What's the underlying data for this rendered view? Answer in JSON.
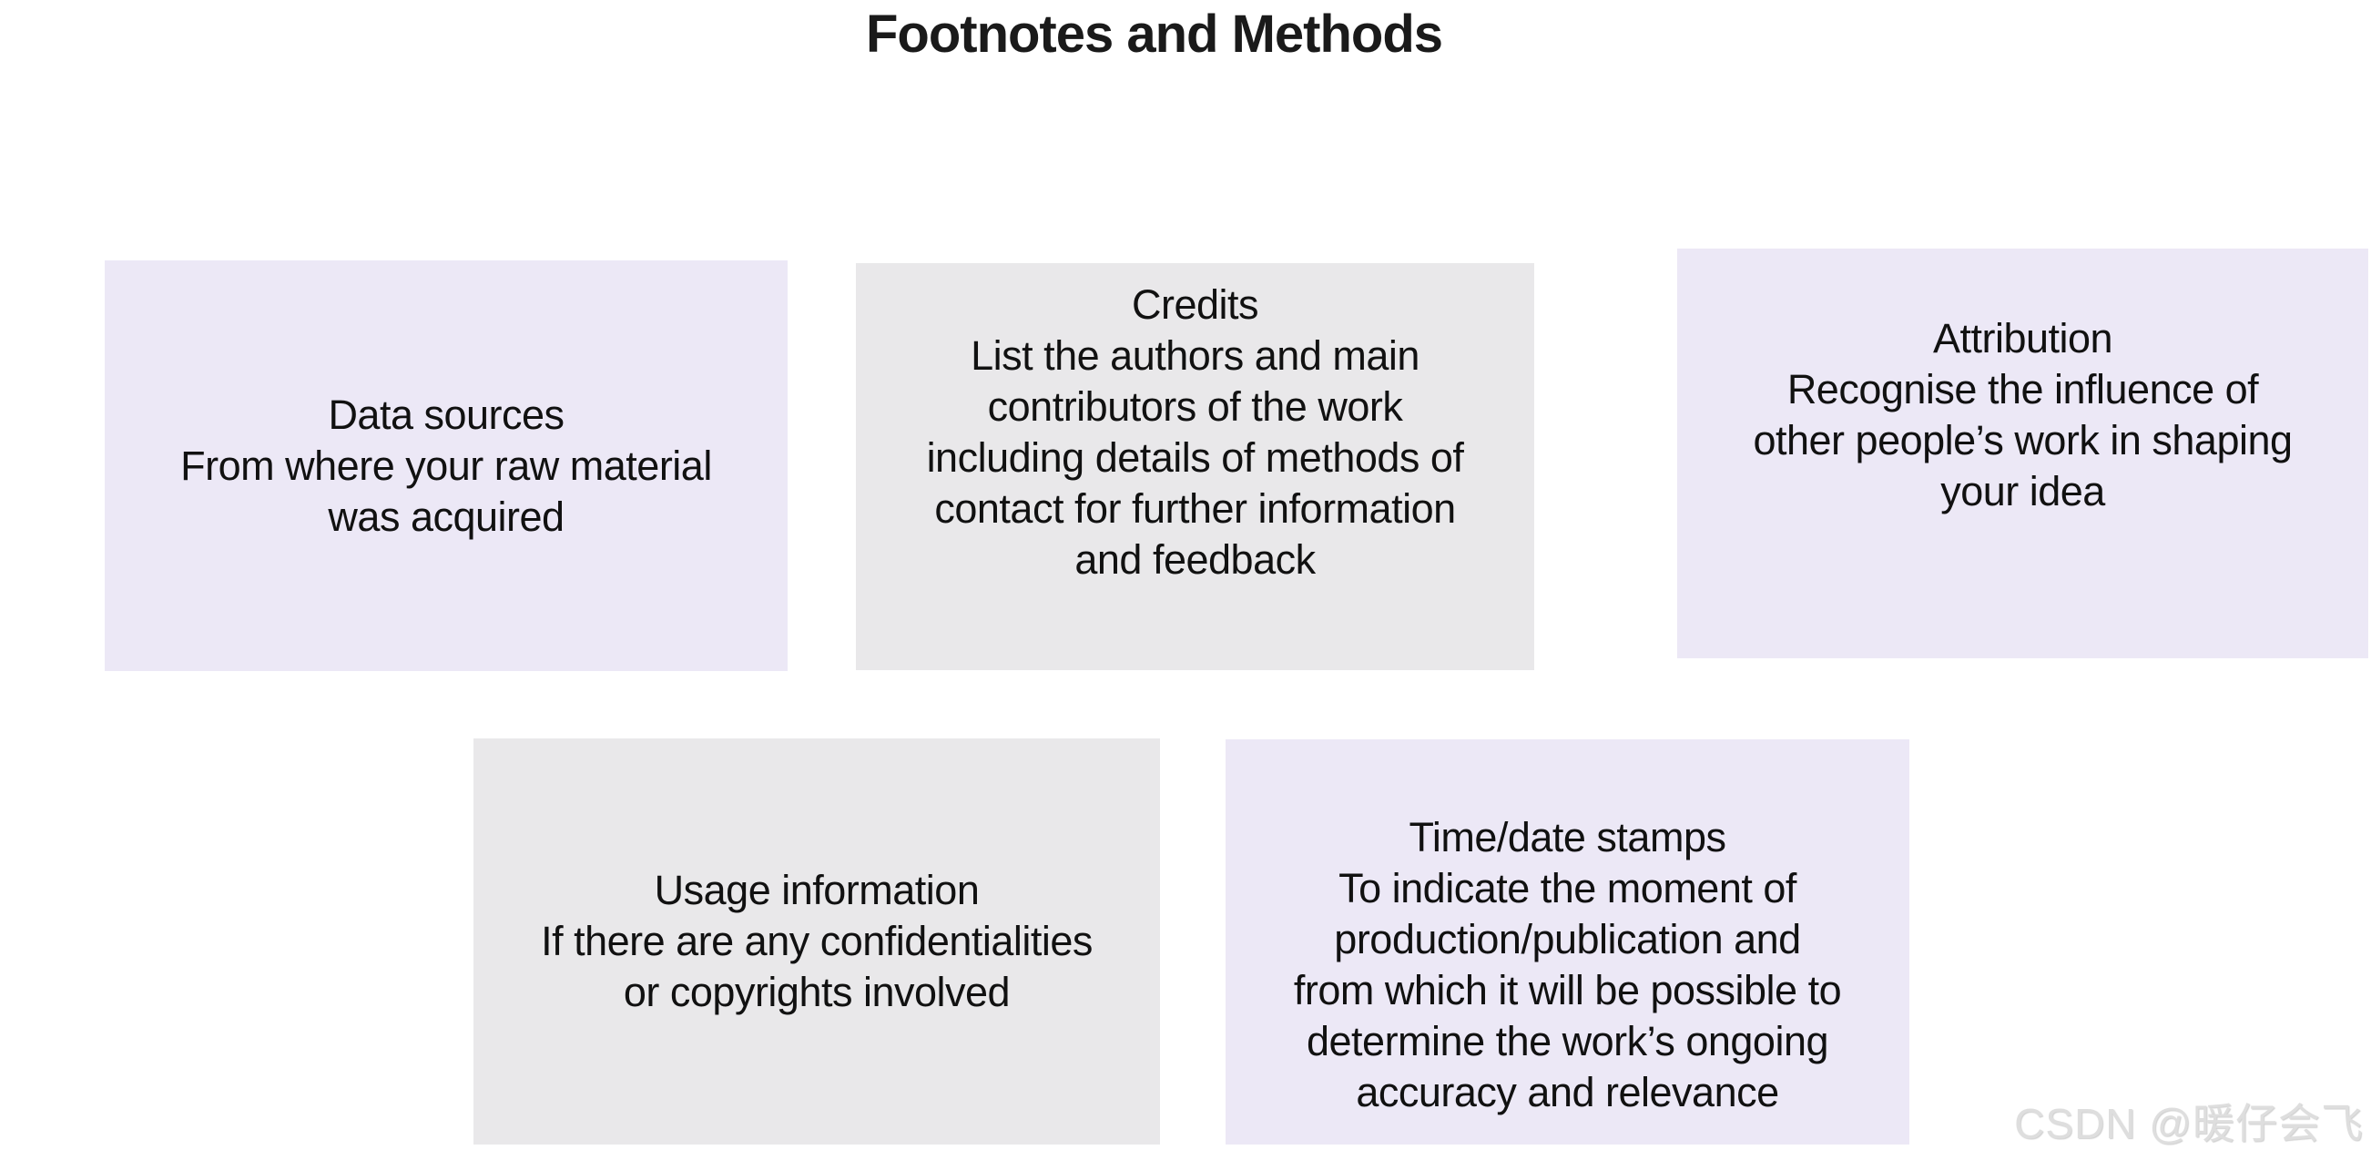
{
  "page": {
    "title": "Footnotes and Methods"
  },
  "colors": {
    "card_purple": "#ECE8F6",
    "card_gray": "#E9E8EA",
    "title_text": "#1A1A1A",
    "body_text": "#111111",
    "watermark_text": "#DEDEDE"
  },
  "cards": [
    {
      "title": "Data sources",
      "body": "From where your raw material\nwas acquired",
      "color": "purple"
    },
    {
      "title": "Credits",
      "body": "List the authors and main\ncontributors of the work\nincluding details of methods of\ncontact for further information\nand feedback",
      "color": "gray"
    },
    {
      "title": "Attribution",
      "body": "Recognise the influence of\nother people’s work in shaping\nyour idea",
      "color": "purple"
    },
    {
      "title": "Usage information",
      "body": "If there are any confidentialities\nor copyrights involved",
      "color": "gray"
    },
    {
      "title": "Time/date stamps",
      "body": "To indicate the moment of\nproduction/publication and\nfrom which it will be possible to\ndetermine the work’s ongoing\naccuracy and relevance",
      "color": "purple"
    }
  ],
  "watermark": {
    "text": "CSDN @暖仔会飞"
  }
}
